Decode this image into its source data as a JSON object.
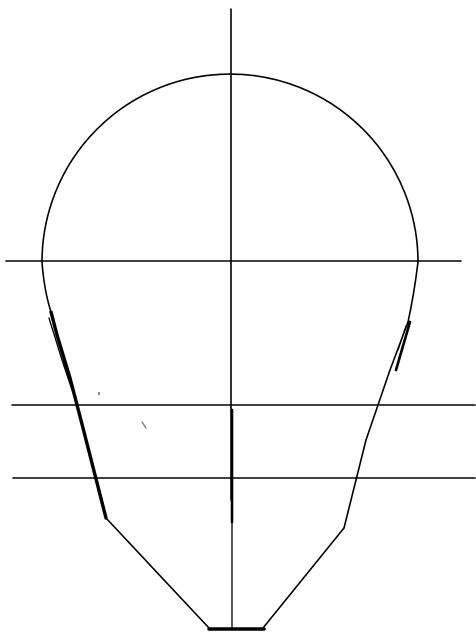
{
  "drawing": {
    "subject": "head-proportion-construction-sketch",
    "ink_color": "#000000",
    "background_color": "#ffffff",
    "parts": [
      "cranium-circle",
      "vertical-center-line",
      "brow-line",
      "nose-line",
      "mouth-line",
      "face-side-left",
      "face-side-right",
      "jaw-left",
      "jaw-right",
      "chin-flat"
    ]
  }
}
